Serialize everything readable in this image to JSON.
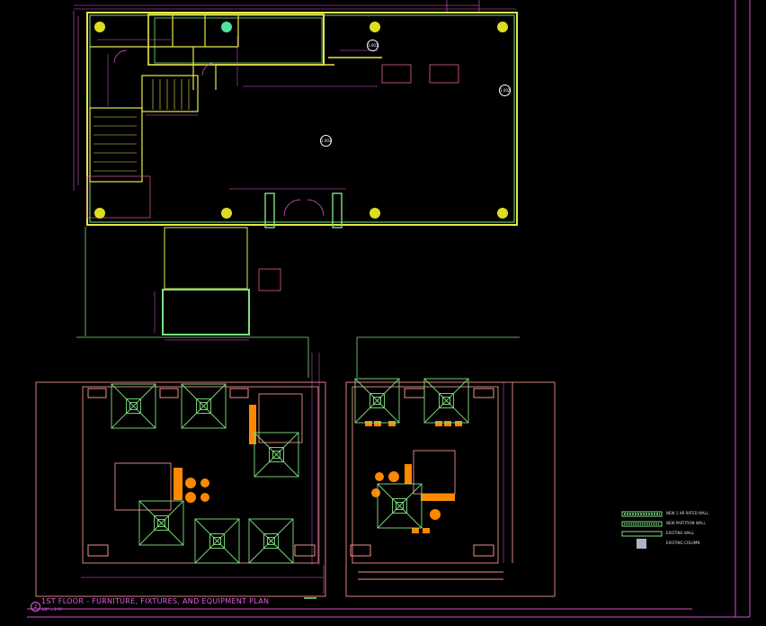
{
  "drawing": {
    "title": "1ST FLOOR - FURNITURE, FIXTURES, AND EQUIPMENT PLAN",
    "sheet_number": "2",
    "scale_note": "1/8\" = 1'-0\""
  },
  "legend": {
    "items": [
      {
        "label": "NEW 1 HR RATED WALL"
      },
      {
        "label": "NEW PARTITION WALL"
      },
      {
        "label": "EXISTING WALL"
      },
      {
        "label": "EXISTING COLUMN"
      }
    ]
  },
  "tags": [
    {
      "label": "1.001"
    },
    {
      "label": "1.002"
    },
    {
      "label": "1.003"
    }
  ],
  "colors": {
    "background": "#000000",
    "existing_wall": "#e8e84a",
    "new_wall": "#7fe07f",
    "dimension": "#e060e0",
    "furniture": "#7fe07f",
    "patio": "#f0908a",
    "seating": "#ff8800",
    "column": "#dddd22"
  },
  "icons": {
    "column": "column-marker",
    "umbrella": "umbrella-table-symbol",
    "chair": "chair-symbol",
    "door": "door-swing-symbol"
  }
}
